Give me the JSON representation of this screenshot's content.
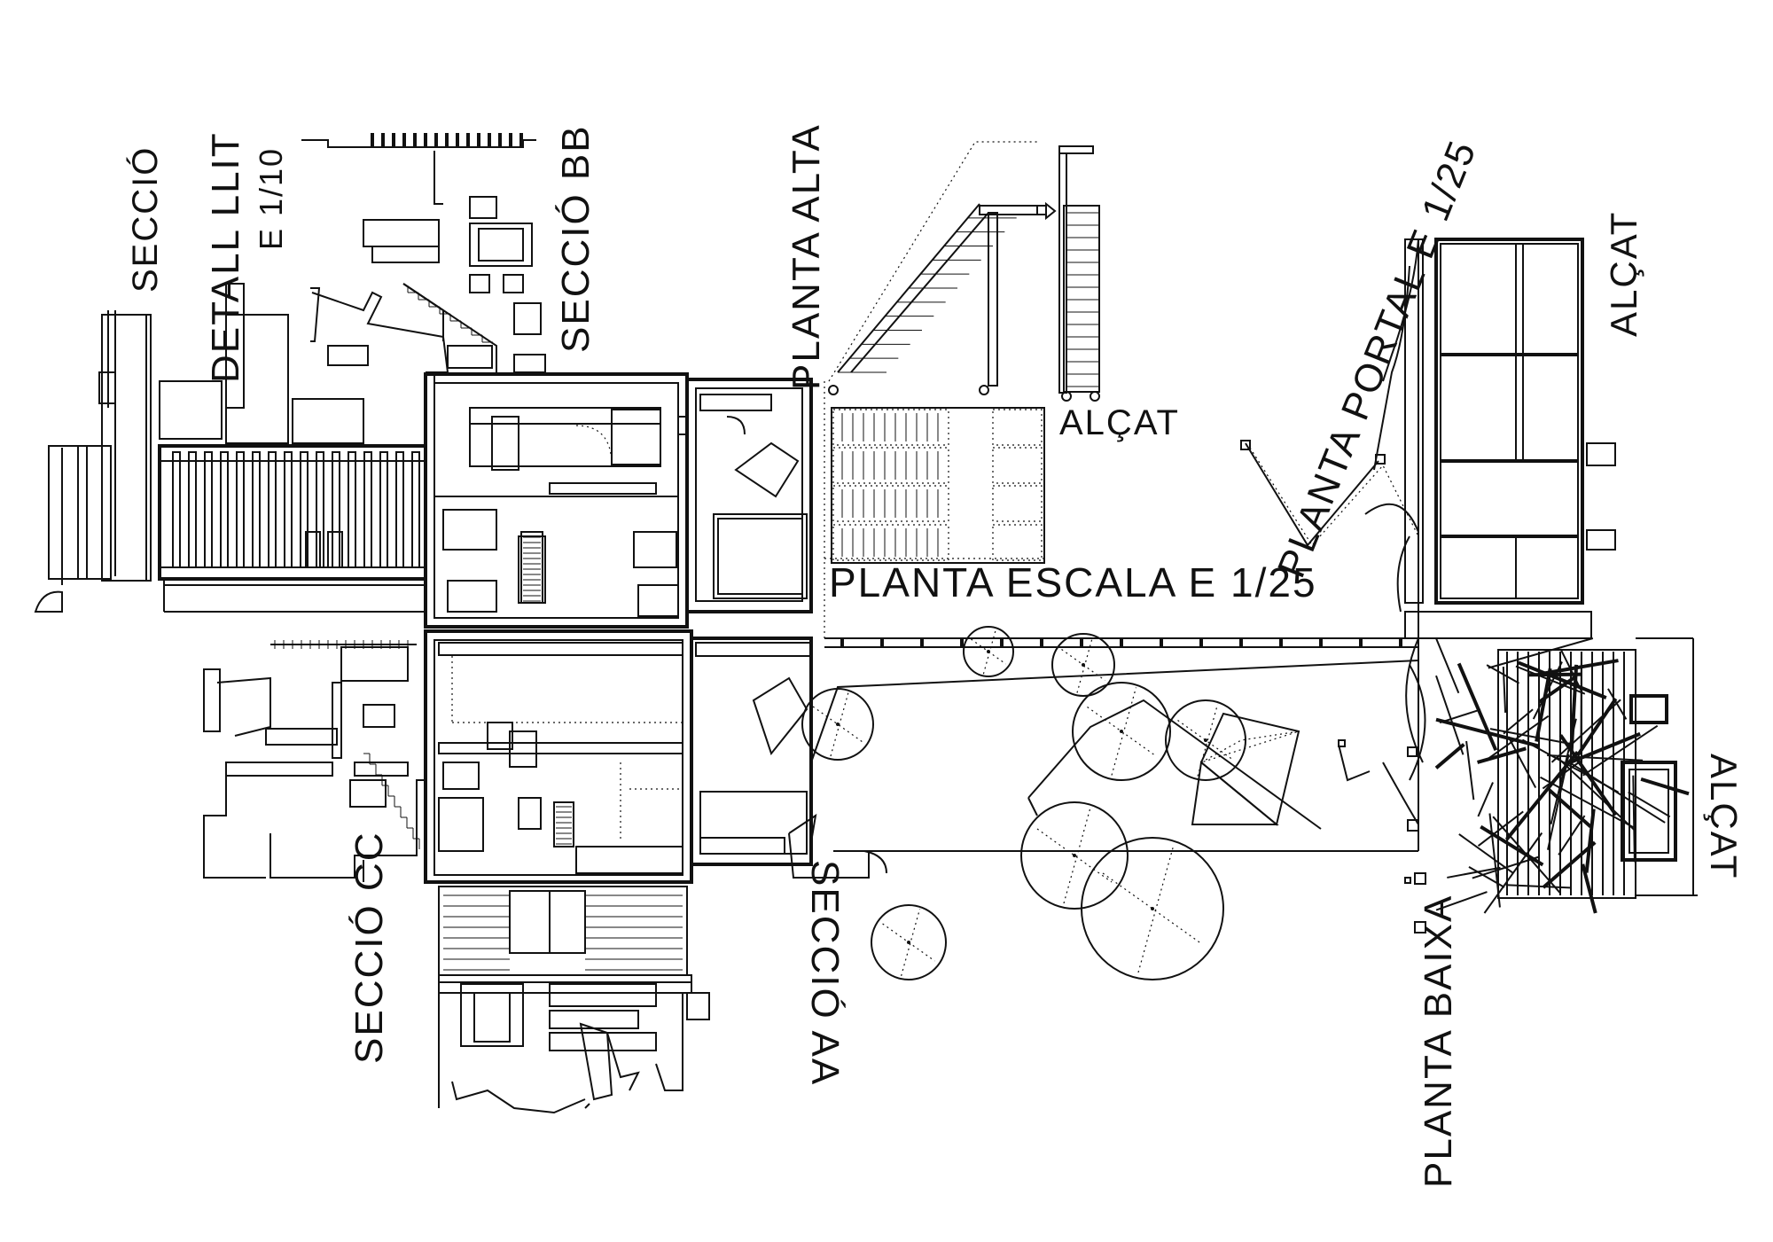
{
  "labels": {
    "seccio_bb": "SECCIÓ BB",
    "detall": "DETALL LLIT",
    "escala_detall": "E 1/10",
    "seccio": "SECCIÓ",
    "planta_alta": "PLANTA ALTA",
    "alcat_top": "ALÇAT",
    "planta_portal": "PLANTA PORTAL E 1/25",
    "escala_planta": "E 1/25",
    "alcat_right": "ALÇAT",
    "planta_escala": "PLANTA ESCALA E 1/25",
    "seccio_cc": "SECCIÓ CC",
    "seccio_aa": "SECCIÓ AA",
    "planta_baixa": "PLANTA BAIXA",
    "alcat_bottom": "ALÇAT"
  }
}
